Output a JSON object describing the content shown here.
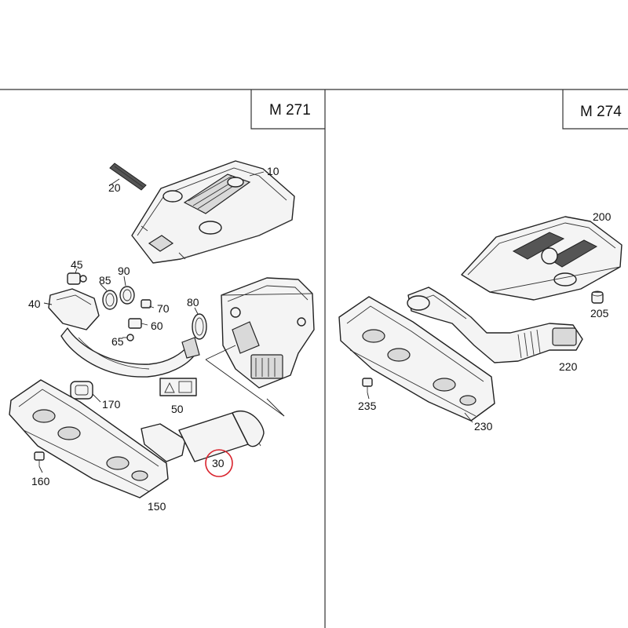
{
  "sections": {
    "left": {
      "title": "M 271"
    },
    "right": {
      "title": "M 274"
    }
  },
  "parts": {
    "p10": "10",
    "p20": "20",
    "p30": "30",
    "p40": "40",
    "p45": "45",
    "p50": "50",
    "p60": "60",
    "p65": "65",
    "p70": "70",
    "p80": "80",
    "p85": "85",
    "p90": "90",
    "p150": "150",
    "p160": "160",
    "p170": "170",
    "p200": "200",
    "p205": "205",
    "p220": "220",
    "p230": "230",
    "p235": "235"
  },
  "colors": {
    "highlight": "#d9232d",
    "line": "#222222"
  }
}
